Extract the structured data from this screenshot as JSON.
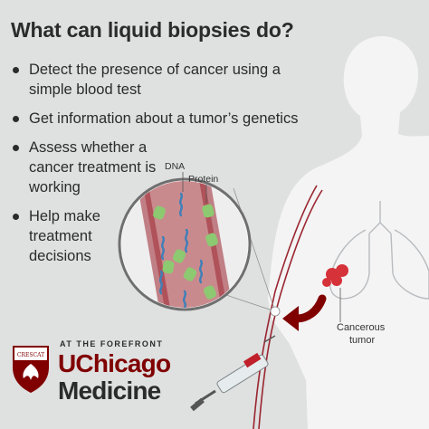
{
  "heading": "What can liquid biopsies do?",
  "bullets": [
    "Detect the presence of cancer using a simple blood test",
    "Get information about a tumor’s genetics",
    "Assess whether a cancer treatment is working",
    "Help make treatment decisions"
  ],
  "labels": {
    "dna": "DNA",
    "protein": "Protein",
    "tumor_line1": "Cancerous",
    "tumor_line2": "tumor"
  },
  "logo": {
    "tagline": "AT THE FOREFRONT",
    "name_line1": "UChicago",
    "name_line2": "Medicine"
  },
  "colors": {
    "background": "#dfe0e0",
    "body": "#f4f4f4",
    "maroon": "#800000",
    "vessel": "#c98a8e",
    "protein_green": "#8dc971",
    "dna_blue": "#3f7fb8",
    "tumor": "#d5323a"
  },
  "icons": [
    "uchicago-shield-icon",
    "syringe-icon",
    "arrow-icon",
    "lungs-icon"
  ]
}
